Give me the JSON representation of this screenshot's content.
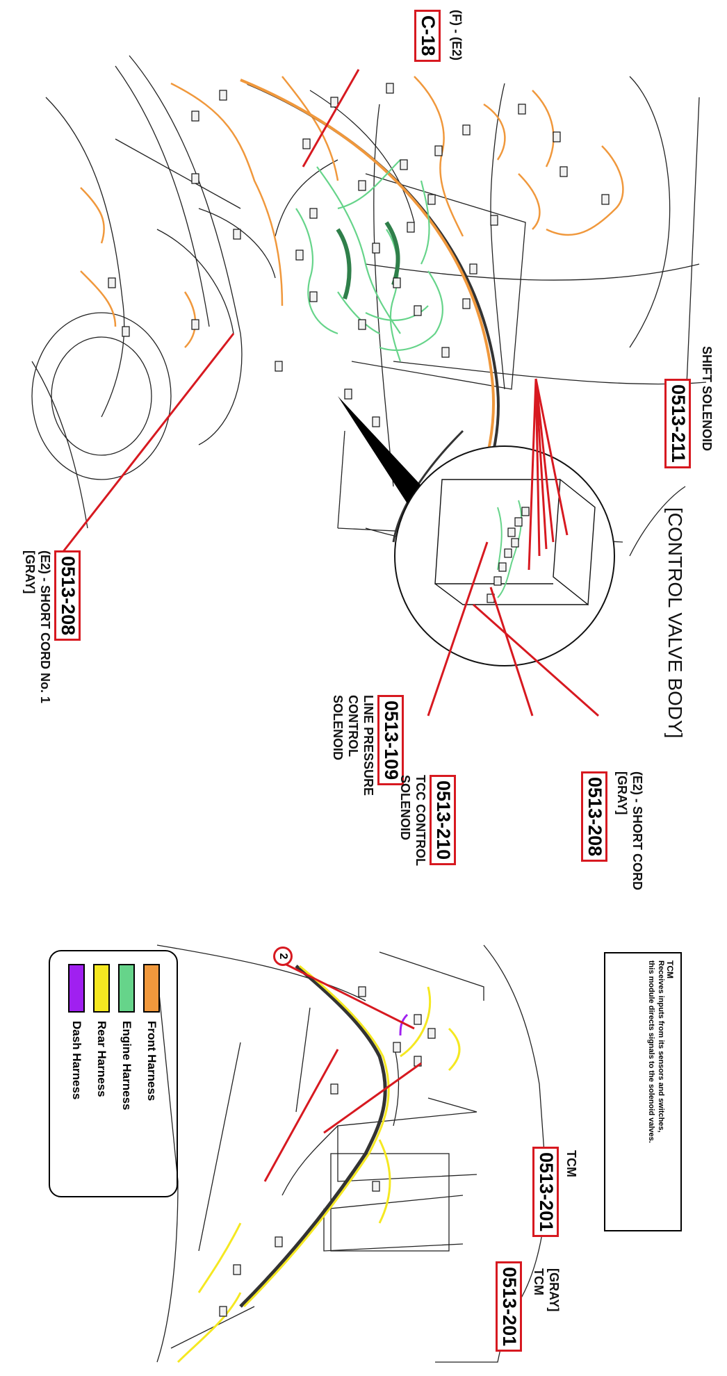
{
  "colors": {
    "callout": "#d71920",
    "front_harness": "#f0983c",
    "engine_harness": "#66d48a",
    "rear_harness": "#f5e821",
    "dash_harness": "#a020f0"
  },
  "callouts": {
    "c18": {
      "code": "C-18",
      "label": "(F) - (E2)"
    },
    "c0513_208_left": {
      "code": "0513-208",
      "label_line1": "(E2) - SHORT CORD No. 1",
      "label_line2": "[GRAY]"
    },
    "c0513_211": {
      "code": "0513-211",
      "label": "SHIFT SOLENOID"
    },
    "c0513_109": {
      "code": "0513-109",
      "label_line1": "LINE PRESSURE",
      "label_line2": "CONTROL",
      "label_line3": "SOLENOID"
    },
    "c0513_210": {
      "code": "0513-210",
      "label_line1": "TCC CONTROL",
      "label_line2": "SOLENOID"
    },
    "c0513_208_right": {
      "code": "0513-208",
      "label_line1": "(E2) - SHORT CORD",
      "label_line2": "[GRAY]"
    },
    "c0513_201_a": {
      "code": "0513-201",
      "label": "TCM"
    },
    "c0513_201_b": {
      "code": "0513-201",
      "label_line1": "[GRAY]",
      "label_line2": "TCM"
    }
  },
  "control_valve_body_title": "[CONTROL VALVE BODY]",
  "marker_2": "2",
  "tcm_note": {
    "title": "TCM",
    "text_line1": "Receives inputs from its sensors and switches,",
    "text_line2": "this module directs signals to the solenoid valves."
  },
  "legend": {
    "items": [
      {
        "label": "Front Harness",
        "color": "#f0983c"
      },
      {
        "label": "Engine Harness",
        "color": "#66d48a"
      },
      {
        "label": "Rear Harness",
        "color": "#f5e821"
      },
      {
        "label": "Dash Harness",
        "color": "#a020f0"
      }
    ]
  }
}
